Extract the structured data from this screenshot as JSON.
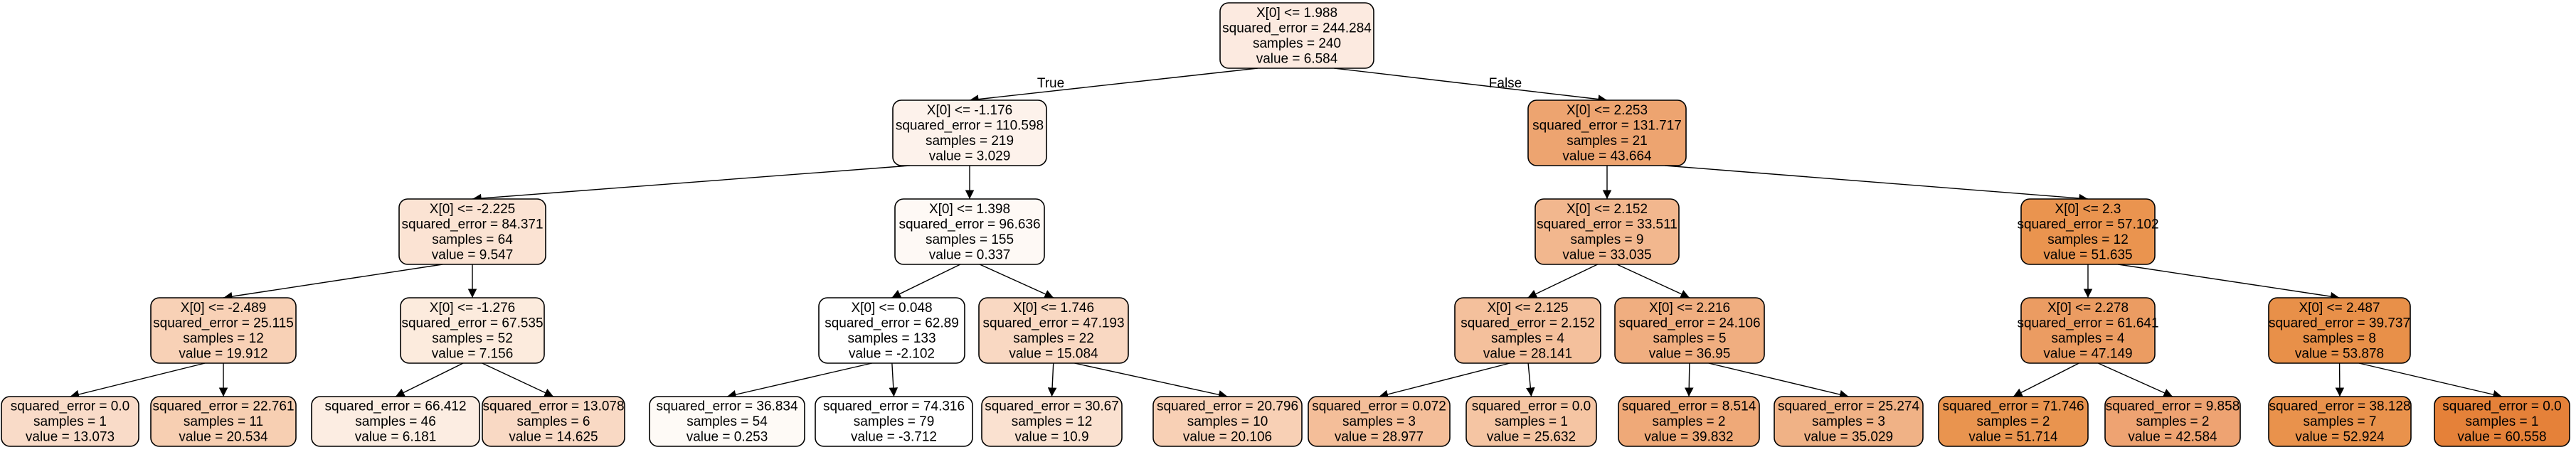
{
  "nodes": [
    {
      "id": "n0",
      "lines": [
        "X[0] <= 1.988",
        "squared_error = 244.284",
        "samples = 240",
        "value = 6.584"
      ],
      "color": "#fceae0"
    },
    {
      "id": "n1",
      "lines": [
        "X[0] <= -1.176",
        "squared_error = 110.598",
        "samples = 219",
        "value = 3.029"
      ],
      "color": "#fdf2eb"
    },
    {
      "id": "n2",
      "lines": [
        "X[0] <= 2.253",
        "squared_error = 131.717",
        "samples = 21",
        "value = 43.664"
      ],
      "color": "#eda470"
    },
    {
      "id": "n3",
      "lines": [
        "X[0] <= -2.225",
        "squared_error = 84.371",
        "samples = 64",
        "value = 9.547"
      ],
      "color": "#fbe3d3"
    },
    {
      "id": "n4",
      "lines": [
        "X[0] <= 1.398",
        "squared_error = 96.636",
        "samples = 155",
        "value = 0.337"
      ],
      "color": "#fef9f5"
    },
    {
      "id": "n5",
      "lines": [
        "X[0] <= 2.152",
        "squared_error = 33.511",
        "samples = 9",
        "value = 33.035"
      ],
      "color": "#f2b78e"
    },
    {
      "id": "n6",
      "lines": [
        "X[0] <= 2.3",
        "squared_error = 57.102",
        "samples = 12",
        "value = 51.635"
      ],
      "color": "#ea944f"
    },
    {
      "id": "n7",
      "lines": [
        "X[0] <= -2.489",
        "squared_error = 25.115",
        "samples = 12",
        "value = 19.912"
      ],
      "color": "#f8d1b6"
    },
    {
      "id": "n8",
      "lines": [
        "X[0] <= -1.276",
        "squared_error = 67.535",
        "samples = 52",
        "value = 7.156"
      ],
      "color": "#fcebdd"
    },
    {
      "id": "n9",
      "lines": [
        "X[0] <= 0.048",
        "squared_error = 62.89",
        "samples = 133",
        "value = -2.102"
      ],
      "color": "#ffffff"
    },
    {
      "id": "n10",
      "lines": [
        "X[0] <= 1.746",
        "squared_error = 47.193",
        "samples = 22",
        "value = 15.084"
      ],
      "color": "#f9d8c2"
    },
    {
      "id": "n11",
      "lines": [
        "X[0] <= 2.125",
        "squared_error = 2.152",
        "samples = 4",
        "value = 28.141"
      ],
      "color": "#f4c09c"
    },
    {
      "id": "n12",
      "lines": [
        "X[0] <= 2.216",
        "squared_error = 24.106",
        "samples = 5",
        "value = 36.95"
      ],
      "color": "#f0ae80"
    },
    {
      "id": "n13",
      "lines": [
        "X[0] <= 2.278",
        "squared_error = 61.641",
        "samples = 4",
        "value = 47.149"
      ],
      "color": "#eb9c62"
    },
    {
      "id": "n14",
      "lines": [
        "X[0] <= 2.487",
        "squared_error = 39.737",
        "samples = 8",
        "value = 53.878"
      ],
      "color": "#e89049"
    },
    {
      "id": "n15",
      "lines": [
        "squared_error = 0.0",
        "samples = 1",
        "value = 13.073"
      ],
      "color": "#f9dbc8"
    },
    {
      "id": "n16",
      "lines": [
        "squared_error = 22.761",
        "samples = 11",
        "value = 20.534"
      ],
      "color": "#f7cfb2"
    },
    {
      "id": "n17",
      "lines": [
        "squared_error = 66.412",
        "samples = 46",
        "value = 6.181"
      ],
      "color": "#fcede2"
    },
    {
      "id": "n18",
      "lines": [
        "squared_error = 13.078",
        "samples = 6",
        "value = 14.625"
      ],
      "color": "#f9d9c4"
    },
    {
      "id": "n19",
      "lines": [
        "squared_error = 36.834",
        "samples = 54",
        "value = 0.253"
      ],
      "color": "#fefaf6"
    },
    {
      "id": "n20",
      "lines": [
        "squared_error = 74.316",
        "samples = 79",
        "value = -3.712"
      ],
      "color": "#ffffff"
    },
    {
      "id": "n21",
      "lines": [
        "squared_error = 30.67",
        "samples = 12",
        "value = 10.9"
      ],
      "color": "#fae1d0"
    },
    {
      "id": "n22",
      "lines": [
        "squared_error = 20.796",
        "samples = 10",
        "value = 20.106"
      ],
      "color": "#f8d0b5"
    },
    {
      "id": "n23",
      "lines": [
        "squared_error = 0.072",
        "samples = 3",
        "value = 28.977"
      ],
      "color": "#f4be99"
    },
    {
      "id": "n24",
      "lines": [
        "squared_error = 0.0",
        "samples = 1",
        "value = 25.632"
      ],
      "color": "#f5c5a3"
    },
    {
      "id": "n25",
      "lines": [
        "squared_error = 8.514",
        "samples = 2",
        "value = 39.832"
      ],
      "color": "#efa978"
    },
    {
      "id": "n26",
      "lines": [
        "squared_error = 25.274",
        "samples = 3",
        "value = 35.029"
      ],
      "color": "#f0b286"
    },
    {
      "id": "n27",
      "lines": [
        "squared_error = 71.746",
        "samples = 2",
        "value = 51.714"
      ],
      "color": "#e9944f"
    },
    {
      "id": "n28",
      "lines": [
        "squared_error = 9.858",
        "samples = 2",
        "value = 42.584"
      ],
      "color": "#eea372"
    },
    {
      "id": "n29",
      "lines": [
        "squared_error = 38.128",
        "samples = 7",
        "value = 52.924"
      ],
      "color": "#e9924c"
    },
    {
      "id": "n30",
      "lines": [
        "squared_error = 0.0",
        "samples = 1",
        "value = 60.558"
      ],
      "color": "#e58139"
    }
  ],
  "edges": [
    {
      "from": "n0",
      "to": "n1",
      "label": "True"
    },
    {
      "from": "n0",
      "to": "n2",
      "label": "False"
    },
    {
      "from": "n1",
      "to": "n3",
      "label": ""
    },
    {
      "from": "n1",
      "to": "n4",
      "label": ""
    },
    {
      "from": "n2",
      "to": "n5",
      "label": ""
    },
    {
      "from": "n2",
      "to": "n6",
      "label": ""
    },
    {
      "from": "n3",
      "to": "n7",
      "label": ""
    },
    {
      "from": "n3",
      "to": "n8",
      "label": ""
    },
    {
      "from": "n4",
      "to": "n9",
      "label": ""
    },
    {
      "from": "n4",
      "to": "n10",
      "label": ""
    },
    {
      "from": "n5",
      "to": "n11",
      "label": ""
    },
    {
      "from": "n5",
      "to": "n12",
      "label": ""
    },
    {
      "from": "n6",
      "to": "n13",
      "label": ""
    },
    {
      "from": "n6",
      "to": "n14",
      "label": ""
    },
    {
      "from": "n7",
      "to": "n15",
      "label": ""
    },
    {
      "from": "n7",
      "to": "n16",
      "label": ""
    },
    {
      "from": "n8",
      "to": "n17",
      "label": ""
    },
    {
      "from": "n8",
      "to": "n18",
      "label": ""
    },
    {
      "from": "n9",
      "to": "n19",
      "label": ""
    },
    {
      "from": "n9",
      "to": "n20",
      "label": ""
    },
    {
      "from": "n10",
      "to": "n21",
      "label": ""
    },
    {
      "from": "n10",
      "to": "n22",
      "label": ""
    },
    {
      "from": "n11",
      "to": "n23",
      "label": ""
    },
    {
      "from": "n11",
      "to": "n24",
      "label": ""
    },
    {
      "from": "n12",
      "to": "n25",
      "label": ""
    },
    {
      "from": "n12",
      "to": "n26",
      "label": ""
    },
    {
      "from": "n13",
      "to": "n27",
      "label": ""
    },
    {
      "from": "n13",
      "to": "n28",
      "label": ""
    },
    {
      "from": "n14",
      "to": "n29",
      "label": ""
    },
    {
      "from": "n14",
      "to": "n30",
      "label": ""
    }
  ]
}
